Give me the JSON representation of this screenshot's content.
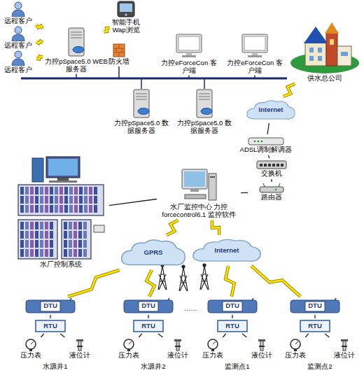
{
  "diagram": {
    "nodes": [
      {
        "text": [
          "远程客户"
        ]
      },
      {
        "text": [
          "远程客户"
        ]
      },
      {
        "text": [
          "远程客户"
        ]
      },
      {
        "text": [
          "力控pSpace5.0 WEB服务器"
        ]
      },
      {
        "text": [
          "智能手机 Wap浏览"
        ]
      },
      {
        "text": [
          "防火墙"
        ]
      },
      {
        "text": [
          "力控eForceCon 客户端"
        ]
      },
      {
        "text": [
          "力控eForceCon 客户端"
        ]
      },
      {
        "text": [
          "力控pSpace5.0 数据服务器"
        ]
      },
      {
        "text": [
          "力控pSpace5.0 数据服务器"
        ]
      },
      {
        "text": [
          "供水总公司"
        ]
      },
      {
        "text": [
          "Internet"
        ]
      },
      {
        "text": [
          "ADSL调制解调器"
        ]
      },
      {
        "text": [
          "交换机"
        ]
      },
      {
        "text": [
          "路由器"
        ]
      },
      {
        "text": [
          "水厂控制系统"
        ]
      },
      {
        "text": [
          "水厂监控中心 力控forcecontrol6.1 监控软件"
        ]
      },
      {
        "text": [
          "GPRS"
        ]
      },
      {
        "text": [
          "Internet"
        ]
      },
      {
        "text": [
          "DTU"
        ]
      },
      {
        "text": [
          "DTU"
        ]
      },
      {
        "text": [
          "DTU"
        ]
      },
      {
        "text": [
          "DTU"
        ]
      },
      {
        "text": [
          "RTU"
        ]
      },
      {
        "text": [
          "RTU"
        ]
      },
      {
        "text": [
          "RTU"
        ]
      },
      {
        "text": [
          "RTU"
        ]
      },
      {
        "text": [
          "压力表"
        ]
      },
      {
        "text": [
          "液位计"
        ]
      },
      {
        "text": [
          "压力表"
        ]
      },
      {
        "text": [
          "液位计"
        ]
      },
      {
        "text": [
          "压力表"
        ]
      },
      {
        "text": [
          "液位计"
        ]
      },
      {
        "text": [
          "压力表"
        ]
      },
      {
        "text": [
          "液位计"
        ]
      }
    ],
    "edges": [
      {
        "from": 0,
        "to": 3,
        "arrow": "none"
      },
      {
        "from": 1,
        "to": 3,
        "arrow": "none"
      },
      {
        "from": 2,
        "to": 3,
        "arrow": "none"
      },
      {
        "from": 4,
        "to": 3,
        "arrow": "none"
      },
      {
        "from": 10,
        "to": 11,
        "arrow": "none"
      },
      {
        "from": 11,
        "to": 12,
        "arrow": "none"
      },
      {
        "from": 12,
        "to": 13,
        "arrow": "none"
      },
      {
        "from": 13,
        "to": 14,
        "arrow": "none"
      },
      {
        "from": 14,
        "to": 16,
        "arrow": "none"
      },
      {
        "from": 15,
        "to": 16,
        "arrow": "none"
      },
      {
        "from": 16,
        "to": 17,
        "arrow": "none"
      },
      {
        "from": 16,
        "to": 18,
        "arrow": "none"
      },
      {
        "from": 17,
        "to": 19,
        "arrow": "none"
      },
      {
        "from": 17,
        "to": 20,
        "arrow": "none"
      },
      {
        "from": 18,
        "to": 21,
        "arrow": "none"
      },
      {
        "from": 18,
        "to": 22,
        "arrow": "none"
      },
      {
        "from": 19,
        "to": 23,
        "arrow": "none"
      },
      {
        "from": 20,
        "to": 24,
        "arrow": "none"
      },
      {
        "from": 21,
        "to": 25,
        "arrow": "none"
      },
      {
        "from": 22,
        "to": 26,
        "arrow": "none"
      },
      {
        "from": 23,
        "to": 27,
        "arrow": "none"
      },
      {
        "from": 23,
        "to": 28,
        "arrow": "none"
      },
      {
        "from": 24,
        "to": 29,
        "arrow": "none"
      },
      {
        "from": 24,
        "to": 30,
        "arrow": "none"
      },
      {
        "from": 25,
        "to": 31,
        "arrow": "none"
      },
      {
        "from": 25,
        "to": 32,
        "arrow": "none"
      },
      {
        "from": 26,
        "to": 33,
        "arrow": "none"
      },
      {
        "from": 26,
        "to": 34,
        "arrow": "none"
      }
    ],
    "labels": [
      "水源井1",
      "水源井2",
      "监测点1",
      "监测点2",
      "……"
    ]
  }
}
